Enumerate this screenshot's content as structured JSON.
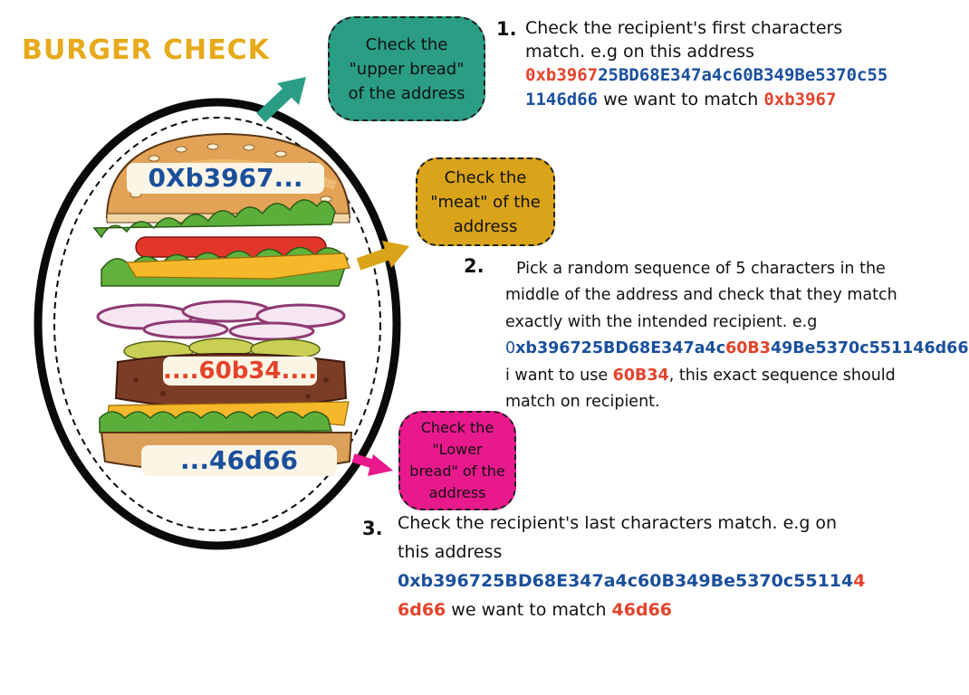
{
  "title": "BURGER CHECK",
  "bubbles": {
    "upper": "Check the \"upper bread\" of the address",
    "meat": "Check the \"meat\" of the address",
    "lower": "Check the \"Lower bread\" of the address"
  },
  "burger_labels": {
    "top": "0Xb3967...",
    "middle": "....60b34....",
    "bottom": "...46d66"
  },
  "step1": {
    "number": "1.",
    "intro": "Check the recipient's first characters match. e.g on this address",
    "addr_highlight": "0xb3967",
    "addr_rest": "25BD68E347a4c60B349Be5370c551146d66",
    "after": " we want to match ",
    "target": "0xb3967"
  },
  "step2": {
    "number": "2.",
    "intro": "Pick a random sequence of 5 characters in the middle of the address and check that they match exactly with the intended recipient. e.g ",
    "addr_start_plain": "0",
    "addr_before": "xb396725BD68E347a4c",
    "addr_highlight": "60B3",
    "addr_after": "49Be5370c551146d66",
    "after": " i want to use ",
    "target": "60B34",
    "end": ", this exact sequence should match on recipient."
  },
  "step3": {
    "number": "3.",
    "intro": "Check the recipient's last characters match. e.g on this address",
    "addr_before": "0xb396725BD68E347a4c60B349Be5370c55114",
    "addr_highlight_inline": "4",
    "addr_highlight_line2": "6d66",
    "after": " we want to match ",
    "target": "46d66"
  },
  "colors": {
    "title": "#e8a91b",
    "teal": "#2a9d84",
    "gold": "#d9a41a",
    "pink": "#e8198c",
    "blue": "#1a4f9c",
    "red": "#e4432b"
  }
}
